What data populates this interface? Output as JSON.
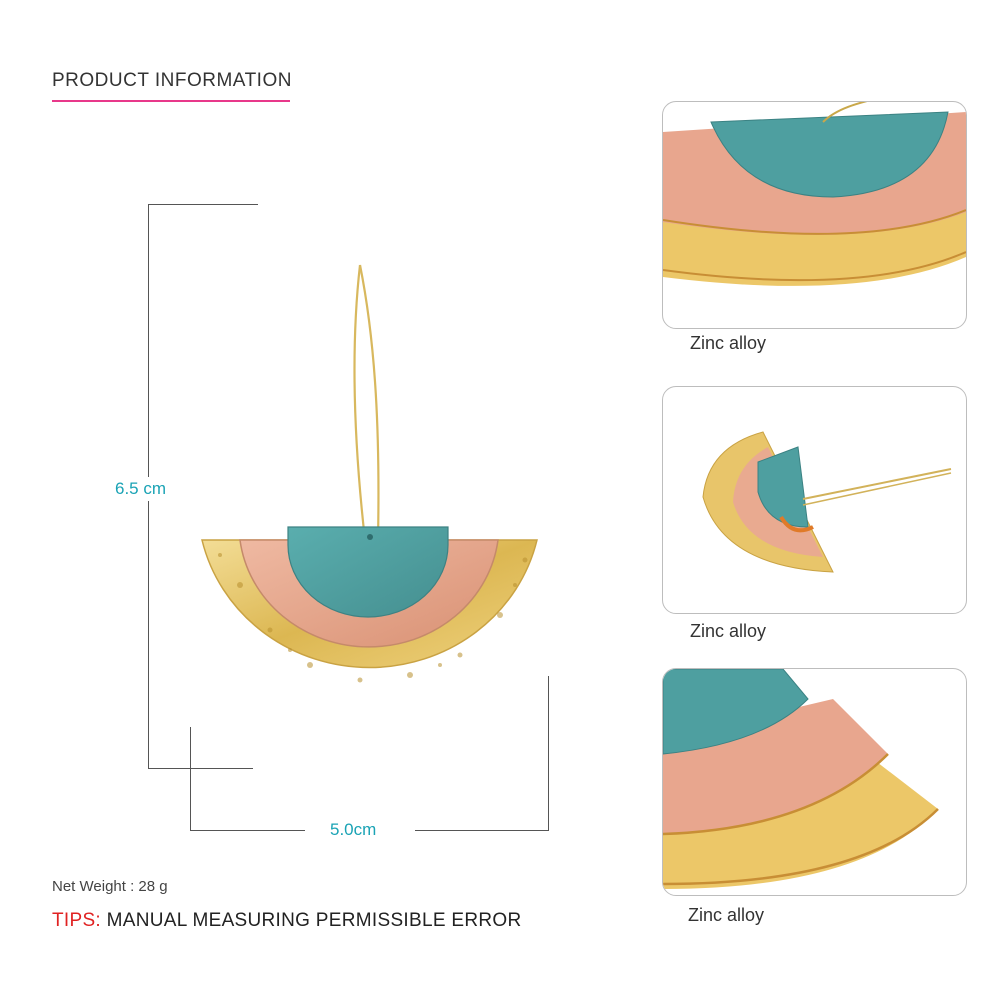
{
  "header": {
    "title": "PRODUCT INFORMATION"
  },
  "dimensions": {
    "height_label": "6.5 cm",
    "width_label": "5.0cm"
  },
  "specs": {
    "net_weight": "Net Weight : 28 g"
  },
  "tips": {
    "label": "TIPS:",
    "text": "MANUAL MEASURING PERMISSIBLE ERROR"
  },
  "thumbnails": [
    {
      "label": "Zinc alloy"
    },
    {
      "label": "Zinc alloy"
    },
    {
      "label": "Zinc alloy"
    }
  ],
  "colors": {
    "accent_underline": "#e8388a",
    "dimension_text": "#1aa3b5",
    "tips_label": "#e02222",
    "teal": "#4e9fa0",
    "pink": "#e6a58c",
    "gold": "#e3c36a"
  }
}
